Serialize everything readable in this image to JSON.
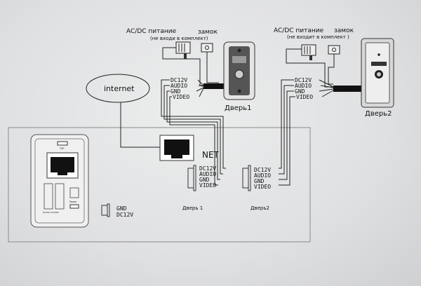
{
  "door1_side": {
    "power_label": "AC/DC питание",
    "power_note": "(не входи в комплект)",
    "lock_label": "замок",
    "wires": [
      "DC12V",
      "AUDIO",
      "GND",
      "VIDEO"
    ],
    "door_label": "Дверь1"
  },
  "door2_side": {
    "power_label": "AC/DC питание",
    "power_note": "(не входит в комплект )",
    "lock_label": "замок",
    "wires": [
      "DC12V",
      "AUDIO",
      "GND",
      "VIDEO"
    ],
    "door_label": "Дверь2"
  },
  "internet_label": "internet",
  "net_label": "NET",
  "monitor": {
    "door1_connector": {
      "wires": [
        "DC12V",
        "AUDIO",
        "GND",
        "VIDEO"
      ],
      "label": "Дверь 1"
    },
    "door2_connector": {
      "wires": [
        "DC12V",
        "AUDIO",
        "GND",
        "VIDEO"
      ],
      "label": "Дверь2"
    },
    "power_connector": {
      "wires": [
        "GND",
        "DC12V"
      ]
    },
    "port_labels": {
      "top": "TSP",
      "power": "Power",
      "doors": "DOOR1 DOOR2"
    }
  }
}
